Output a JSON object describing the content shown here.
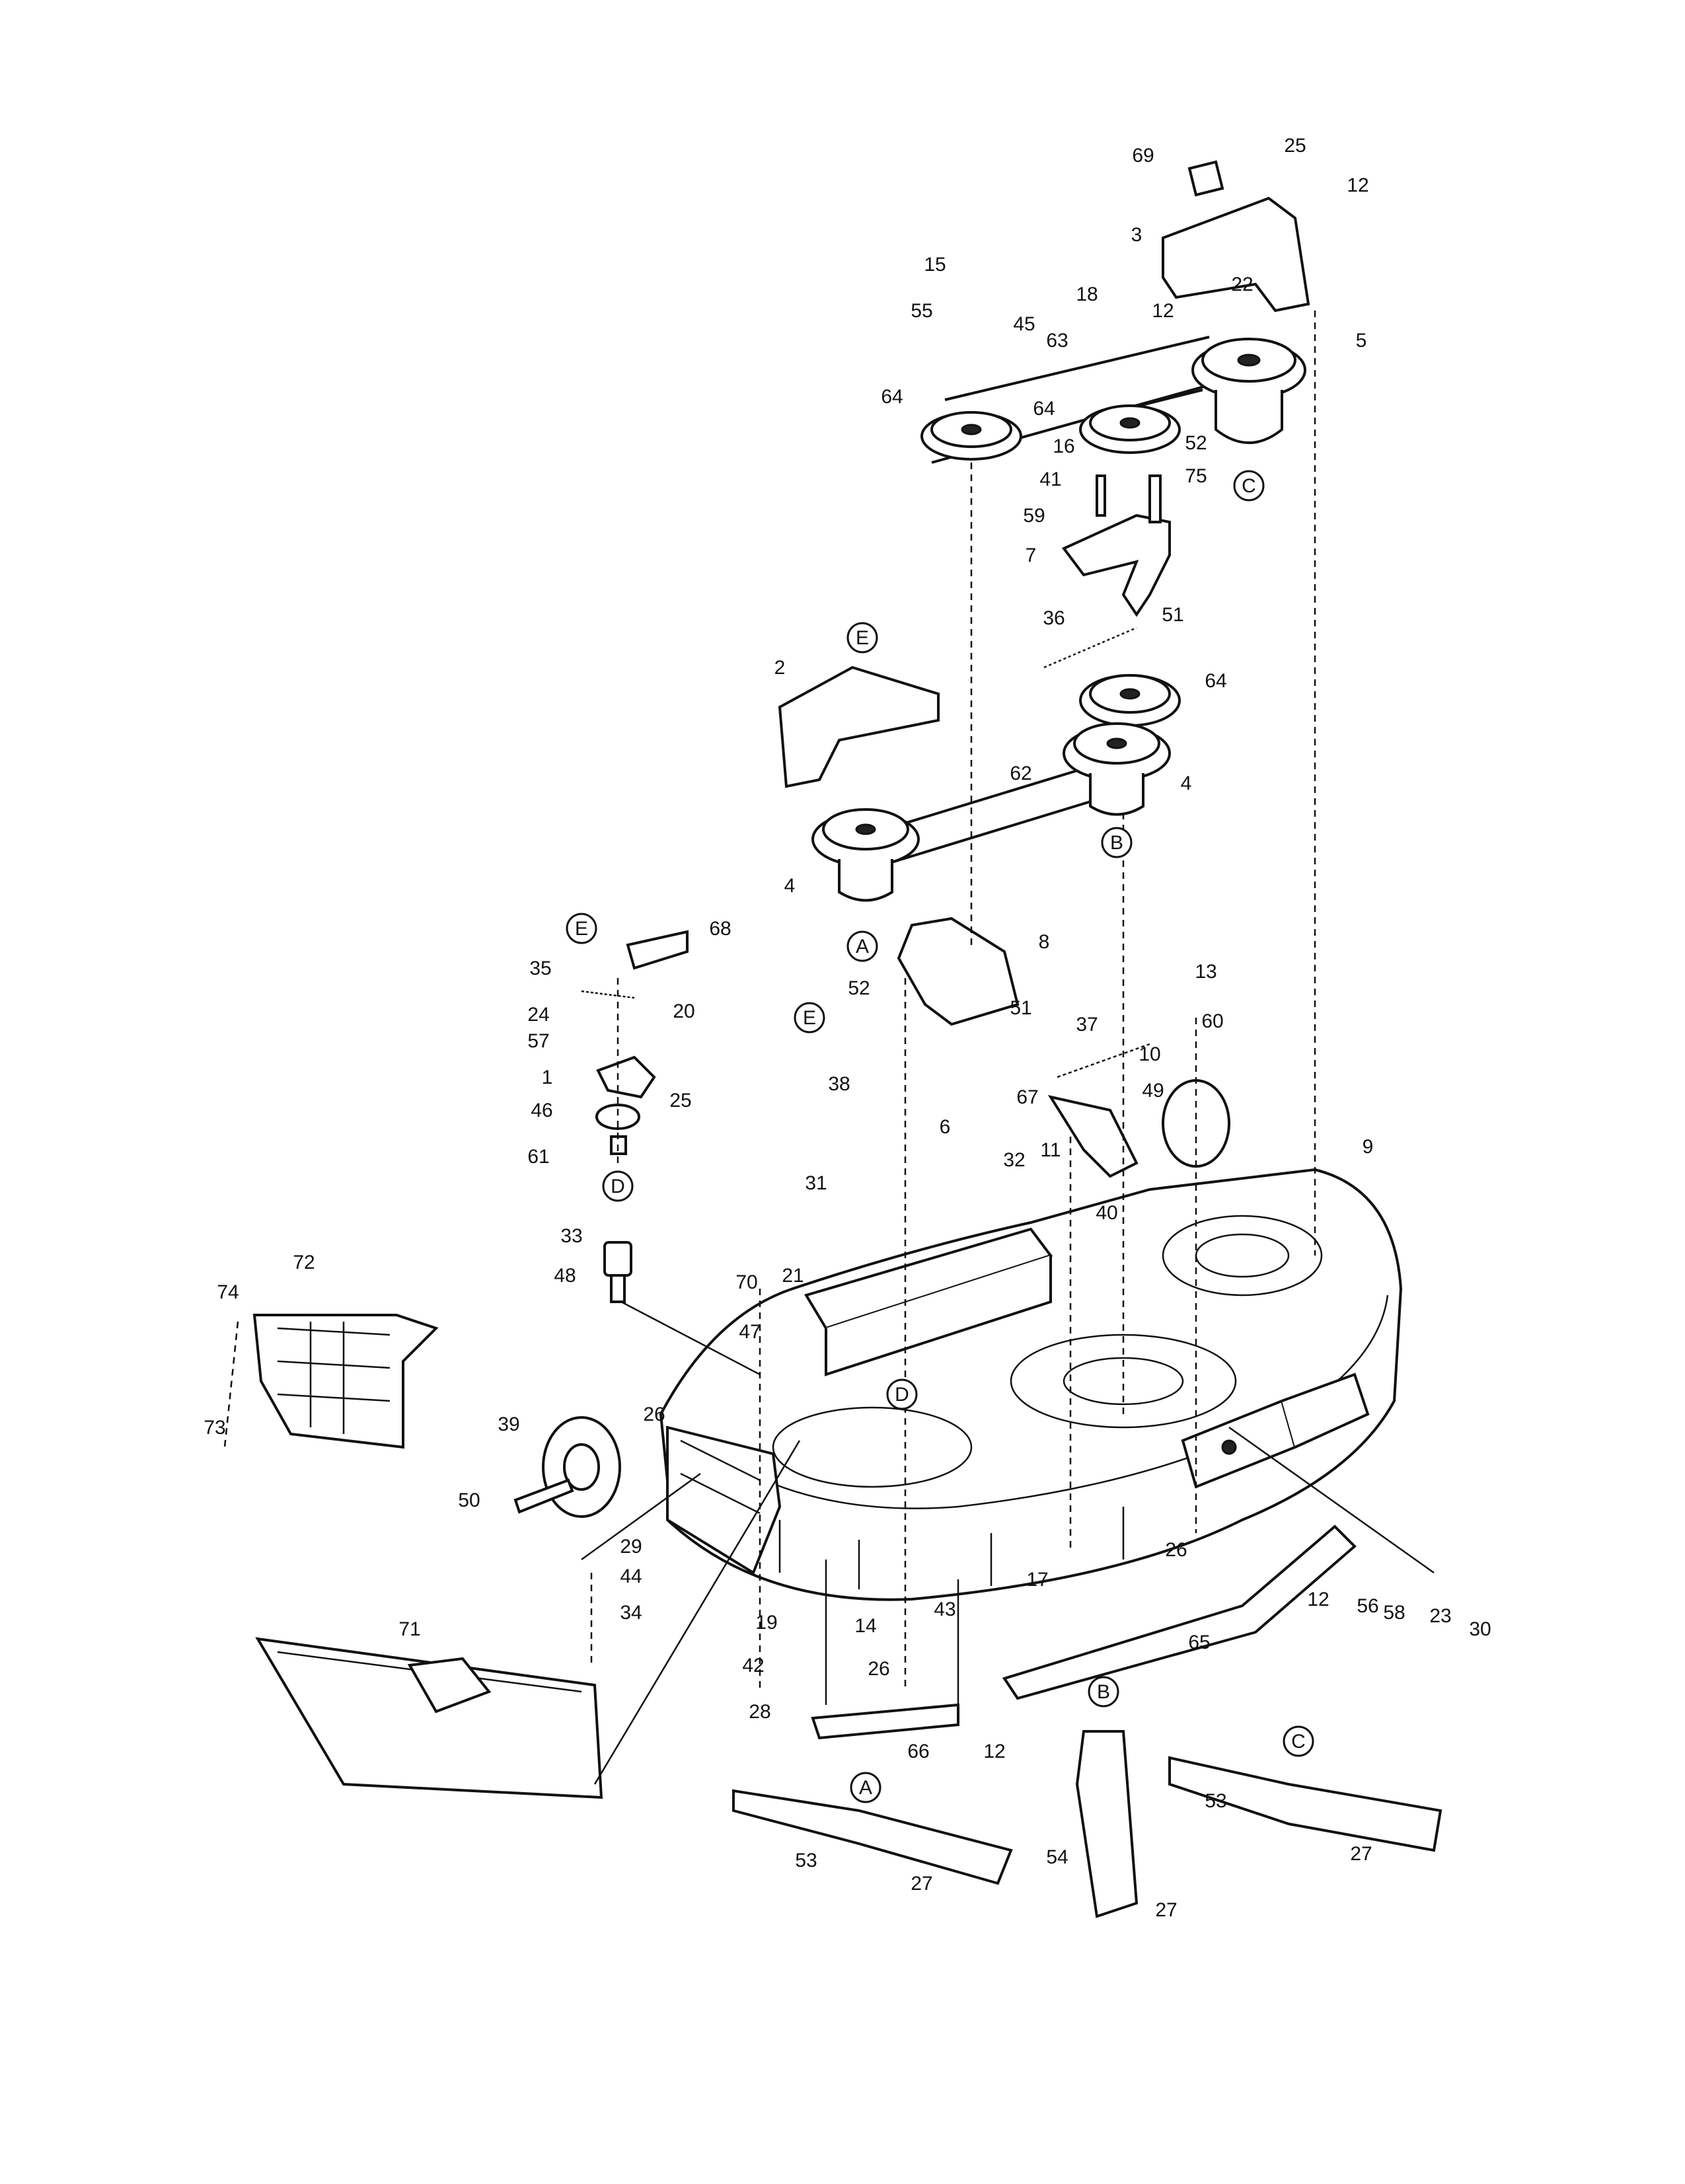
{
  "diagram": {
    "part_numbers": [
      "1",
      "2",
      "3",
      "4",
      "5",
      "6",
      "7",
      "8",
      "9",
      "10",
      "11",
      "12",
      "13",
      "14",
      "15",
      "16",
      "17",
      "18",
      "19",
      "20",
      "21",
      "22",
      "23",
      "24",
      "25",
      "26",
      "27",
      "28",
      "29",
      "30",
      "31",
      "32",
      "33",
      "34",
      "35",
      "36",
      "37",
      "38",
      "39",
      "40",
      "41",
      "42",
      "43",
      "44",
      "45",
      "46",
      "47",
      "48",
      "49",
      "50",
      "51",
      "52",
      "53",
      "54",
      "55",
      "56",
      "57",
      "58",
      "59",
      "60",
      "61",
      "62",
      "63",
      "64",
      "65",
      "66",
      "67",
      "68",
      "69",
      "70",
      "71",
      "72",
      "73",
      "74",
      "75"
    ],
    "reference_markers": [
      "A",
      "B",
      "C",
      "D",
      "E"
    ]
  }
}
